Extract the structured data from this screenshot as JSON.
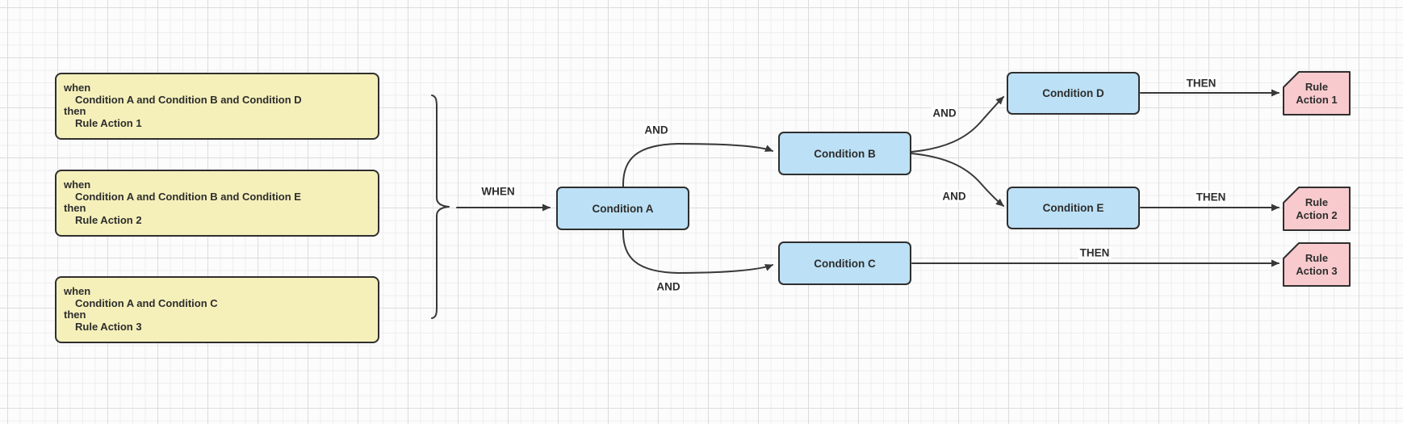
{
  "rule_notes": [
    {
      "when_keyword": "when",
      "condition": "Condition A and Condition B and Condition D",
      "then_keyword": "then",
      "action": "Rule Action 1"
    },
    {
      "when_keyword": "when",
      "condition": "Condition A and Condition B and Condition E",
      "then_keyword": "then",
      "action": "Rule Action 2"
    },
    {
      "when_keyword": "when",
      "condition": "Condition A and Condition C",
      "then_keyword": "then",
      "action": "Rule Action 3"
    }
  ],
  "nodes": {
    "condition_a": {
      "label": "Condition A"
    },
    "condition_b": {
      "label": "Condition B"
    },
    "condition_c": {
      "label": "Condition C"
    },
    "condition_d": {
      "label": "Condition D"
    },
    "condition_e": {
      "label": "Condition E"
    },
    "rule_action_1": {
      "line1": "Rule",
      "line2": "Action 1"
    },
    "rule_action_2": {
      "line1": "Rule",
      "line2": "Action 2"
    },
    "rule_action_3": {
      "line1": "Rule",
      "line2": "Action 3"
    }
  },
  "edge_labels": {
    "when": "WHEN",
    "and_a_to_b": "AND",
    "and_a_to_c": "AND",
    "and_b_to_d": "AND",
    "and_b_to_e": "AND",
    "then_d_to_action1": "THEN",
    "then_e_to_action2": "THEN",
    "then_c_to_action3": "THEN"
  },
  "colors": {
    "canvas_bg": "#fcfcfc",
    "grid_minor": "#eeeeee",
    "grid_major": "#dcdcdc",
    "note_fill": "#f5f0ba",
    "condition_fill": "#bce0f5",
    "action_fill": "#f8cacd",
    "shape_border": "#2f2f2f",
    "edge_color": "#383838",
    "text_color": "#2d2d2d"
  }
}
